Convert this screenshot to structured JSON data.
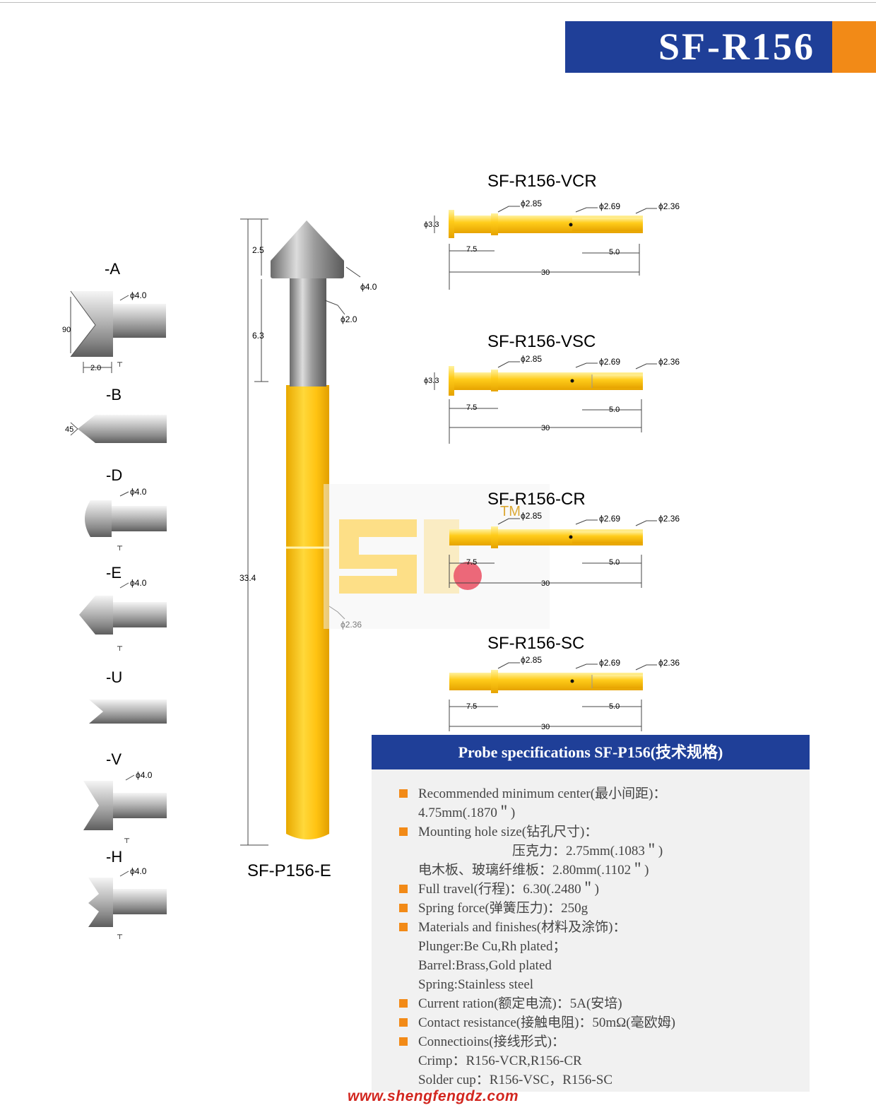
{
  "header": {
    "model": "SF-R156",
    "brand_color": "#1f3f98",
    "accent_color": "#f28a17"
  },
  "tips": [
    {
      "label": "-A",
      "dia": "ϕ4.0",
      "angle": "90",
      "width": "2.0"
    },
    {
      "label": "-B",
      "angle": "45"
    },
    {
      "label": "-D",
      "dia": "ϕ4.0"
    },
    {
      "label": "-E",
      "dia": "ϕ4.0"
    },
    {
      "label": "-U"
    },
    {
      "label": "-V",
      "dia": "ϕ4.0"
    },
    {
      "label": "-H",
      "dia": "ϕ4.0"
    }
  ],
  "probe": {
    "name": "SF-P156-E",
    "dim_top": "2.5",
    "dim_shaft": "6.3",
    "dim_total": "33.4",
    "dia_head": "ϕ4.0",
    "dia_shaft": "ϕ2.0",
    "dia_barrel": "ϕ2.36"
  },
  "receptacles": [
    {
      "name": "SF-R156-VCR",
      "d1": "ϕ2.85",
      "d2": "ϕ2.69",
      "d3": "ϕ2.36",
      "flange": "ϕ3.3",
      "len_a": "7.5",
      "len_b": "5.0",
      "total": "30"
    },
    {
      "name": "SF-R156-VSC",
      "d1": "ϕ2.85",
      "d2": "ϕ2.69",
      "d3": "ϕ2.36",
      "flange": "ϕ3.3",
      "len_a": "7.5",
      "len_b": "5.0",
      "total": "30"
    },
    {
      "name": "SF-R156-CR",
      "d1": "ϕ2.85",
      "d2": "ϕ2.69",
      "d3": "ϕ2.36",
      "len_a": "7.5",
      "len_b": "5.0",
      "total": "30"
    },
    {
      "name": "SF-R156-SC",
      "d1": "ϕ2.85",
      "d2": "ϕ2.69",
      "d3": "ϕ2.36",
      "len_a": "7.5",
      "len_b": "5.0",
      "total": "30"
    }
  ],
  "watermark": {
    "tm": "TM"
  },
  "specs": {
    "title": "Probe specifications SF-P156(技术规格)",
    "lines": [
      {
        "text": "Recommended minimum center(最小间距)：",
        "bullet": true
      },
      {
        "text": "4.75mm(.1870＂)",
        "bullet": false
      },
      {
        "text": "Mounting hole size(钻孔尺寸)：",
        "bullet": true
      },
      {
        "text": "压克力：2.75mm(.1083＂)",
        "bullet": false,
        "indent": true
      },
      {
        "text": "电木板、玻璃纤维板：2.80mm(.1102＂)",
        "bullet": false
      },
      {
        "text": "Full travel(行程)：6.30(.2480＂)",
        "bullet": true
      },
      {
        "text": "Spring force(弹簧压力)：250g",
        "bullet": true
      },
      {
        "text": "Materials and finishes(材料及涂饰)：",
        "bullet": true
      },
      {
        "text": "Plunger:Be Cu,Rh plated；",
        "bullet": false
      },
      {
        "text": "Barrel:Brass,Gold plated",
        "bullet": false
      },
      {
        "text": "Spring:Stainless steel",
        "bullet": false
      },
      {
        "text": "Current ration(额定电流)：5A(安培)",
        "bullet": true
      },
      {
        "text": "Contact resistance(接触电阻)：50mΩ(毫欧姆)",
        "bullet": true
      },
      {
        "text": "Connectioins(接线形式)：",
        "bullet": true
      },
      {
        "text": "Crimp：R156-VCR,R156-CR",
        "bullet": false
      },
      {
        "text": "Solder cup：R156-VSC，R156-SC",
        "bullet": false
      }
    ]
  },
  "footer": {
    "url": "www.shengfengdz.com"
  }
}
